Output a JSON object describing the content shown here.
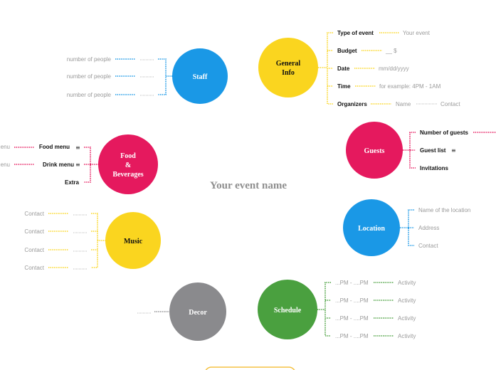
{
  "title": "Your event name",
  "colors": {
    "blue": "#1a98e6",
    "yellow": "#fad51f",
    "pink": "#e5195e",
    "green": "#4aa03f",
    "gray": "#8a8a8d"
  },
  "staff": {
    "label": "Staff",
    "items": [
      "number of people",
      "number of people",
      "number of people"
    ]
  },
  "general": {
    "label1": "General",
    "label2": "Info",
    "items": [
      {
        "label": "Type of event",
        "value": "Your event"
      },
      {
        "label": "Budget",
        "value": "__ $"
      },
      {
        "label": "Date",
        "value": "mm/dd/yyyy"
      },
      {
        "label": "Time",
        "value": "for example: 4PM - 1AM"
      },
      {
        "label": "Organizers",
        "value": "Name",
        "value2": "Contact"
      }
    ]
  },
  "guests": {
    "label": "Guests",
    "items": [
      "Number of guests",
      "Guest list",
      "Invitations"
    ],
    "icon": "list-icon"
  },
  "food": {
    "label1": "Food",
    "label2": "&",
    "label3": "Beverages",
    "items": [
      {
        "label": "Food menu",
        "value": "enu"
      },
      {
        "label": "Drink menu",
        "value": "enu"
      },
      {
        "label": "Extra"
      }
    ],
    "icon": "list-icon"
  },
  "location": {
    "label": "Location",
    "items": [
      "Name of the location",
      "Address",
      "Contact"
    ]
  },
  "music": {
    "label": "Music",
    "items": [
      "Contact",
      "Contact",
      "Contact",
      "Contact"
    ]
  },
  "decor": {
    "label": "Decor"
  },
  "schedule": {
    "label": "Schedule",
    "items": [
      {
        "time": "...PM - ....PM",
        "activity": "Activity"
      },
      {
        "time": "...PM - ....PM",
        "activity": "Activity"
      },
      {
        "time": "...PM - ....PM",
        "activity": "Activity"
      },
      {
        "time": "...PM - ....PM",
        "activity": "Activity"
      }
    ]
  }
}
